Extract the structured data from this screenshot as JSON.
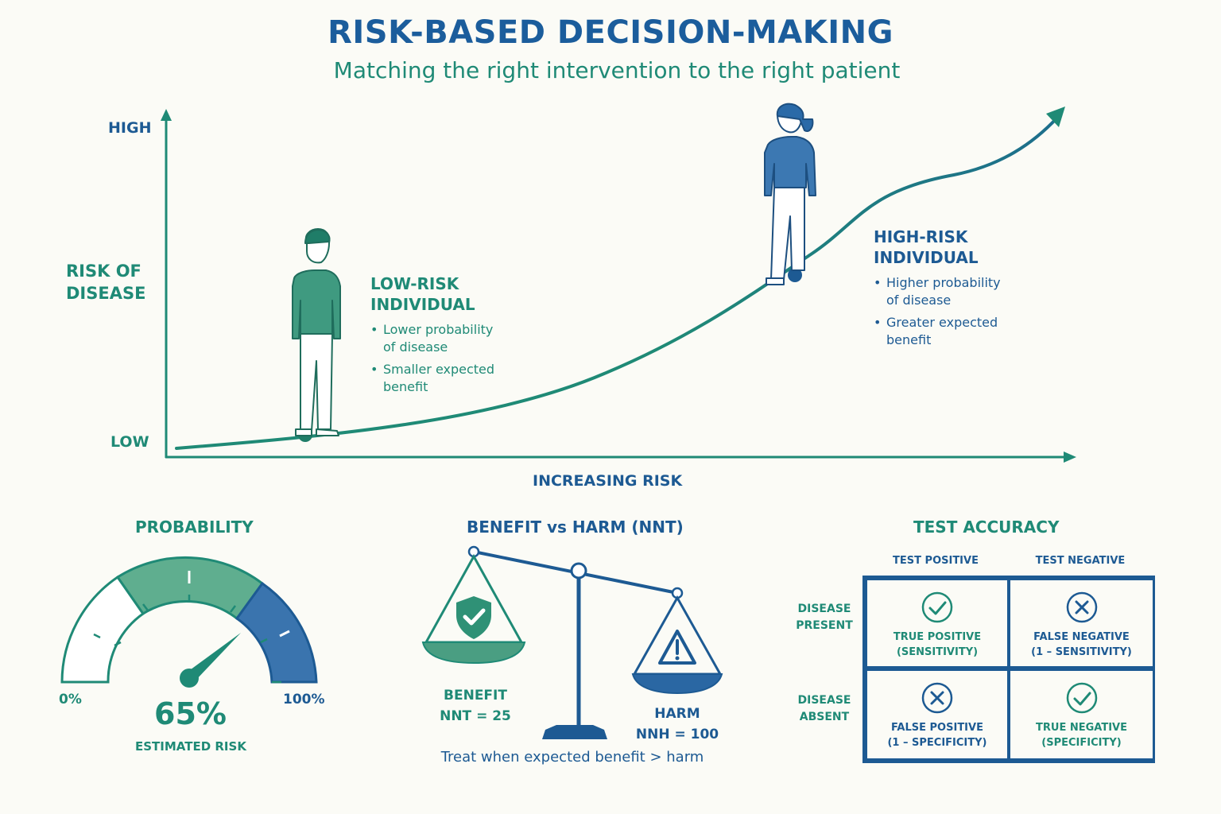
{
  "header": {
    "title": "RISK-BASED DECISION-MAKING",
    "subtitle": "Matching the right intervention to the right patient"
  },
  "risk_curve": {
    "y_axis_high": "HIGH",
    "y_axis_low": "LOW",
    "y_axis_label_line1": "RISK OF",
    "y_axis_label_line2": "DISEASE",
    "x_axis_label": "INCREASING RISK",
    "low_risk": {
      "heading_line1": "LOW-RISK",
      "heading_line2": "INDIVIDUAL",
      "bullets": [
        "Lower probability of disease",
        "Smaller expected benefit"
      ]
    },
    "high_risk": {
      "heading_line1": "HIGH-RISK",
      "heading_line2": "INDIVIDUAL",
      "bullets": [
        "Higher probability of disease",
        "Greater expected benefit"
      ]
    }
  },
  "probability": {
    "title": "PROBABILITY",
    "min_label": "0%",
    "max_label": "100%",
    "value_label": "65%",
    "value_fraction": 0.65,
    "caption": "ESTIMATED RISK"
  },
  "benefit_harm": {
    "title": "BENEFIT vs HARM (NNT)",
    "benefit_label": "BENEFIT",
    "benefit_value": "NNT = 25",
    "harm_label": "HARM",
    "harm_value": "NNH = 100",
    "note": "Treat when expected benefit > harm"
  },
  "test_accuracy": {
    "title": "TEST ACCURACY",
    "col_positive": "TEST POSITIVE",
    "col_negative": "TEST NEGATIVE",
    "row_present_line1": "DISEASE",
    "row_present_line2": "PRESENT",
    "row_absent_line1": "DISEASE",
    "row_absent_line2": "ABSENT",
    "cells": {
      "tp_line1": "TRUE POSITIVE",
      "tp_line2": "(SENSITIVITY)",
      "fn_line1": "FALSE NEGATIVE",
      "fn_line2": "(1 – SENSITIVITY)",
      "fp_line1": "FALSE POSITIVE",
      "fp_line2": "(1 – SPECIFICITY)",
      "tn_line1": "TRUE NEGATIVE",
      "tn_line2": "(SPECIFICITY)"
    }
  },
  "colors": {
    "teal": "#1f8a76",
    "blue": "#1d5a93",
    "light_teal": "#cde8de",
    "mid_teal": "#5fae8f",
    "background": "#fbfbf6"
  }
}
